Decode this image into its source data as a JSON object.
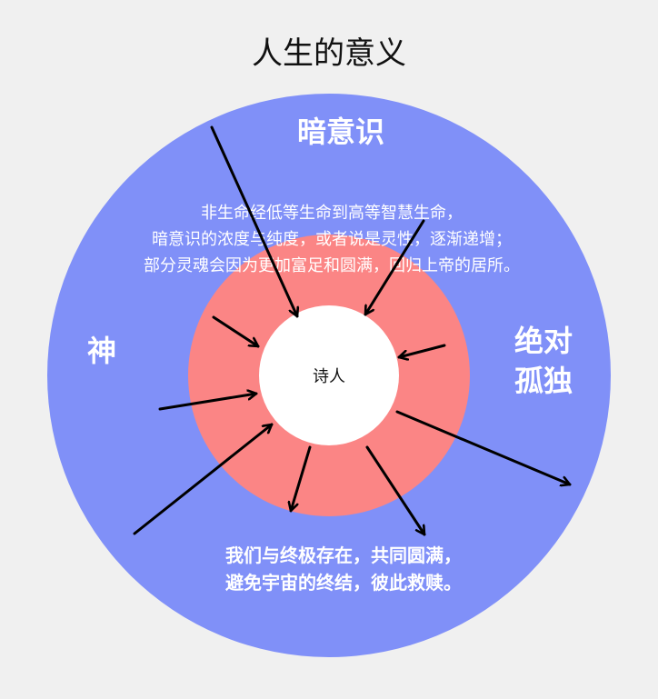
{
  "title": "人生的意义",
  "colors": {
    "background": "#f0f0f0",
    "outer_ring": "#8090f8",
    "middle_ring": "#fb8585",
    "center": "#ffffff",
    "arrow": "#000000"
  },
  "outer": {
    "top_label": "暗意识",
    "left_label": "神",
    "right_label_line1": "绝对",
    "right_label_line2": "孤独",
    "description_lines": [
      "非生命经低等生命到高等智慧生命，",
      "暗意识的浓度与纯度，或者说是灵性，逐渐递增；",
      "部分灵魂会因为更加富足和圆满，回归上帝的居所。"
    ],
    "bottom_lines": [
      "我们与终极存在，共同圆满，",
      "避免宇宙的终结，彼此救赎。"
    ]
  },
  "center_label": "诗人"
}
